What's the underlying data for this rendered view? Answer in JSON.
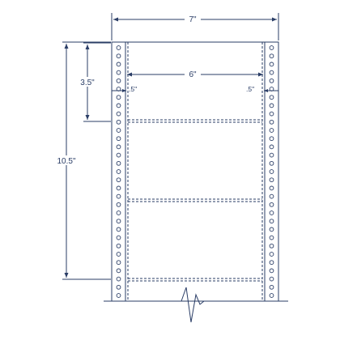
{
  "dimensions": {
    "sheet_width": "7\"",
    "label_width": "6\"",
    "label_height": "3.5\"",
    "sheet_height": "10.5\"",
    "left_margin": ".5\"",
    "right_margin": ".5\""
  },
  "labels_per_sheet": 3,
  "colors": {
    "line": "#2a3d66",
    "background": "#ffffff"
  }
}
